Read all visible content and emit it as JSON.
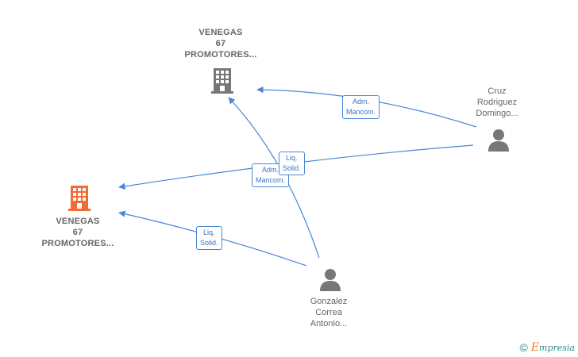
{
  "nodes": {
    "company_top": {
      "lines": [
        "VENEGAS",
        "67",
        "PROMOTORES..."
      ],
      "color": "#777777"
    },
    "company_left": {
      "lines": [
        "VENEGAS",
        "67",
        "PROMOTORES..."
      ],
      "color": "#f26a35"
    },
    "person_cruz": {
      "lines": [
        "Cruz",
        "Rodriguez",
        "Domingo..."
      ],
      "color": "#777777"
    },
    "person_gonzalez": {
      "lines": [
        "Gonzalez",
        "Correa",
        "Antonio..."
      ],
      "color": "#777777"
    }
  },
  "edges": {
    "cruz_to_top": [
      "Adm.",
      "Mancom."
    ],
    "gonzalez_to_top": [
      "Adm.",
      "Mancom."
    ],
    "cruz_to_left": [
      "Liq.",
      "Solid."
    ],
    "gonzalez_to_left": [
      "Liq.",
      "Solid."
    ]
  },
  "colors": {
    "edge": "#4a86d8"
  },
  "footer": {
    "copyright": "©",
    "brand_initial": "E",
    "brand_rest": "mpresia"
  }
}
